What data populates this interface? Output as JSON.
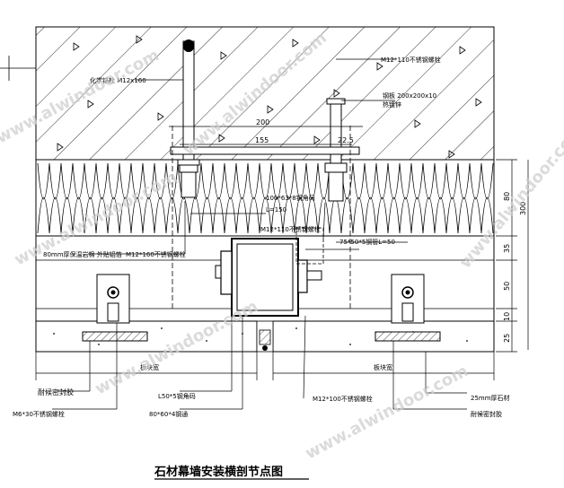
{
  "title": "石材幕墙安装横剖节点图",
  "watermark": "www.alwindoor.com",
  "labels": {
    "anchor_top_left": "化学锚栓 M12x160",
    "bolt_top_right": "M12*110不锈钢螺栓",
    "plate": "钢板 200x200x10",
    "plate_sub": "热镀锌",
    "dim_200": "200",
    "dim_155": "155",
    "dim_22_5": "22.5",
    "angle_100": "100*63*8钢角码",
    "dim_l150": "L=150",
    "bolt_m12_110_mid": "M12*110不锈钢螺栓",
    "insul_80": "80mm厚保温岩棉 外贴铝箔",
    "bolt_m12_160": "M12*160不锈钢螺栓",
    "tube_75": "75*50*5钢管L=50",
    "m6": "M6*30不锈钢螺栓",
    "l50": "L50*5钢角码",
    "channel_80": "80*60*4钢通",
    "m12_100": "M12*100不锈钢螺栓",
    "stone25": "25mm厚石材",
    "sealant": "耐候密封胶",
    "dim_right_80": "80",
    "dim_right_300": "300",
    "dim_right_35": "35",
    "dim_right_50": "50",
    "dim_right_10": "10",
    "dim_right_25": "25",
    "dim_bottom_left": "板块宽",
    "dim_bottom_right": "板块宽"
  },
  "colors": {
    "line": "#000000",
    "watermark": "#cfcfcf",
    "stone_fill": "#ffffff",
    "steel_highlight": "#000000"
  }
}
